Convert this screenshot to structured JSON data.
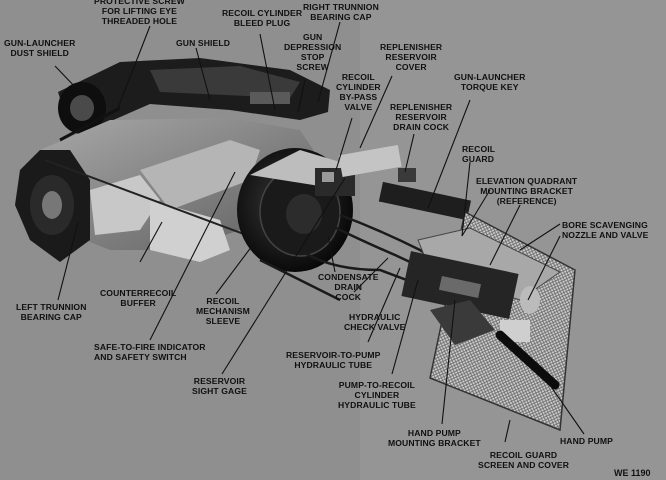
{
  "labels": {
    "protective_screw": "PROTECTIVE SCREW\nFOR LIFTING EYE\nTHREADED HOLE",
    "dust_shield": "GUN-LAUNCHER\nDUST SHIELD",
    "gun_shield": "GUN SHIELD",
    "bleed_plug": "RECOIL CYLINDER\nBLEED PLUG",
    "right_trunnion": "RIGHT TRUNNION\nBEARING CAP",
    "depression_stop": "GUN\nDEPRESSION\nSTOP\nSCREW",
    "bypass_valve": "RECOIL\nCYLINDER\nBY-PASS\nVALVE",
    "replenisher_cover": "REPLENISHER\nRESERVOIR\nCOVER",
    "replenisher_drain": "REPLENISHER\nRESERVOIR\nDRAIN COCK",
    "torque_key": "GUN-LAUNCHER\nTORQUE KEY",
    "recoil_guard": "RECOIL\nGUARD",
    "elevation_bracket": "ELEVATION QUADRANT\nMOUNTING BRACKET\n(REFERENCE)",
    "bore_scavenging": "BORE SCAVENGING\nNOZZLE AND VALVE",
    "left_trunnion": "LEFT TRUNNION\nBEARING CAP",
    "counterrecoil": "COUNTERRECOIL\nBUFFER",
    "mechanism_sleeve": "RECOIL\nMECHANISM\nSLEEVE",
    "condensate_drain": "CONDENSATE\nDRAIN\nCOCK",
    "hydraulic_check": "HYDRAULIC\nCHECK VALVE",
    "safe_to_fire": "SAFE-TO-FIRE INDICATOR\nAND SAFETY SWITCH",
    "reservoir_pump_tube": "RESERVOIR-TO-PUMP\nHYDRAULIC TUBE",
    "pump_recoil_tube": "PUMP-TO-RECOIL\nCYLINDER\nHYDRAULIC TUBE",
    "reservoir_gage": "RESERVOIR\nSIGHT GAGE",
    "hand_pump_bracket": "HAND PUMP\nMOUNTING BRACKET",
    "hand_pump": "HAND PUMP",
    "guard_screen": "RECOIL GUARD\nSCREEN AND COVER"
  },
  "figure_ref": "WE 1190"
}
